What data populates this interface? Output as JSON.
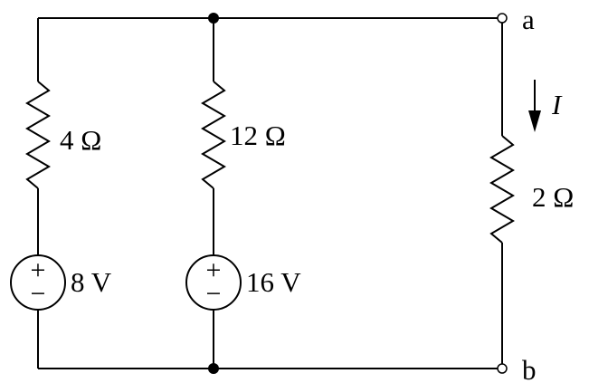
{
  "components": {
    "r1": {
      "label": "4 Ω"
    },
    "r2": {
      "label": "12 Ω"
    },
    "r3": {
      "label": "2 Ω"
    },
    "v1": {
      "label": "8 V",
      "plus": "+",
      "minus": "−"
    },
    "v2": {
      "label": "16 V",
      "plus": "+",
      "minus": "−"
    }
  },
  "terminals": {
    "a": "a",
    "b": "b"
  },
  "current": {
    "label": "I"
  }
}
